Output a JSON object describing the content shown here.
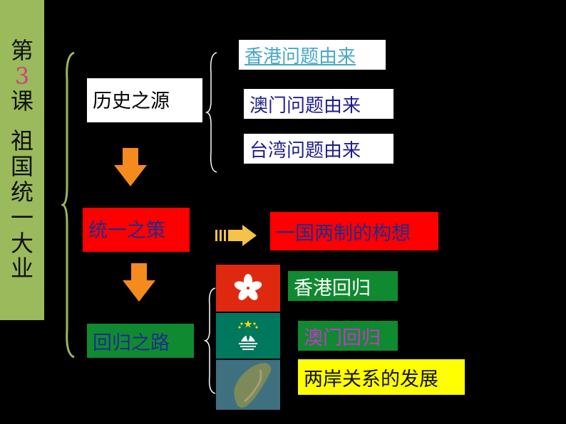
{
  "sidebar": {
    "line1": "第",
    "line1_num": "3",
    "line2": "课",
    "chars": [
      "祖",
      "国",
      "统",
      "一",
      "大",
      "业"
    ]
  },
  "nodes": {
    "history": "历史之源",
    "hk_origin": "香港问题由来",
    "macau_origin": "澳门问题由来",
    "taiwan_origin": "台湾问题由来",
    "policy": "统一之策",
    "one_country": "一国两制的构想",
    "road": "回归之路",
    "hk_return": "香港回归",
    "macau_return": "澳门回归",
    "cross_strait": "两岸关系的发展"
  },
  "icons": {
    "hk_flag": "hong-kong-flag-icon",
    "macau_flag": "macau-flag-icon",
    "taiwan_map": "taiwan-map-icon"
  },
  "colors": {
    "background": "#000000",
    "sidebar": "#9aba5c",
    "red": "#ff0000",
    "green": "#108a30",
    "yellow": "#ffff00",
    "orange_arrow": "#f58a1e",
    "hk_link_text": "#49a7c8",
    "macau_return_text": "#cc33cc"
  }
}
